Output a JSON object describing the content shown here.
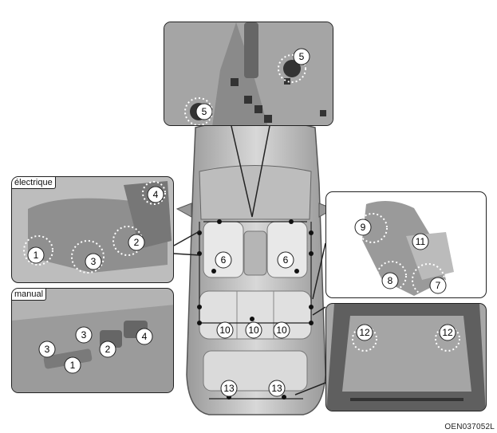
{
  "labels": {
    "electric": "électrique",
    "manual": "manual"
  },
  "markers": {
    "console_left": "5",
    "console_right": "5",
    "seat_e1": "1",
    "seat_e2": "2",
    "seat_e3": "3",
    "seat_e4": "4",
    "seat_m1": "1",
    "seat_m2": "2",
    "seat_m3a": "3",
    "seat_m3b": "3",
    "seat_m4": "4",
    "car_6l": "6",
    "car_6r": "6",
    "car_10a": "10",
    "car_10b": "10",
    "car_10c": "10",
    "car_13a": "13",
    "car_13b": "13",
    "rear_seat_9": "9",
    "rear_seat_11": "11",
    "rear_seat_8": "8",
    "rear_seat_7": "7",
    "cargo_12a": "12",
    "cargo_12b": "12"
  },
  "caption": "OEN037052L",
  "colors": {
    "outline": "#222222",
    "panel_bg": "#c9c9c9",
    "marker_bg": "#ffffff"
  }
}
